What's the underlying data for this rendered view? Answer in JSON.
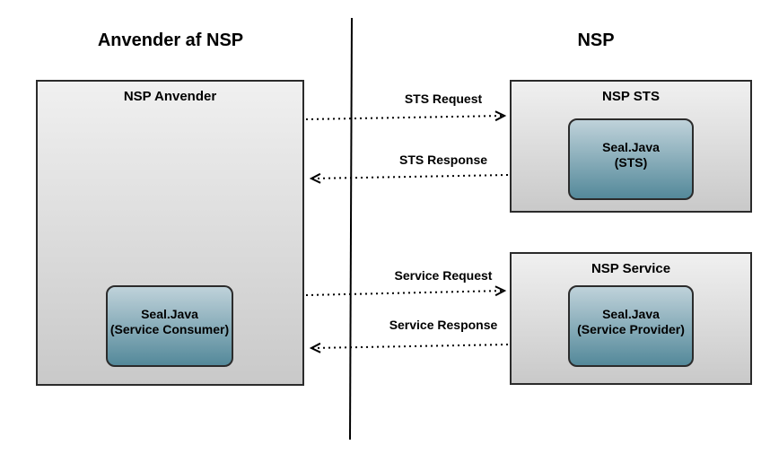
{
  "diagram": {
    "left": {
      "title": "Anvender af NSP",
      "box": {
        "label": "NSP Anvender",
        "inner": {
          "line1": "Seal.Java",
          "line2": "(Service Consumer)"
        }
      }
    },
    "right": {
      "title": "NSP",
      "sts_box": {
        "label": "NSP STS",
        "inner": {
          "line1": "Seal.Java",
          "line2": "(STS)"
        }
      },
      "service_box": {
        "label": "NSP Service",
        "inner": {
          "line1": "Seal.Java",
          "line2": "(Service Provider)"
        }
      }
    },
    "arrows": [
      {
        "label": "STS Request",
        "direction": "left-to-right"
      },
      {
        "label": "STS Response",
        "direction": "right-to-left"
      },
      {
        "label": "Service Request",
        "direction": "left-to-right"
      },
      {
        "label": "Service Response",
        "direction": "right-to-left"
      }
    ]
  },
  "colors": {
    "border": "#2b2b2b",
    "box_top": "#f0f0f0",
    "box_bottom": "#c9c9c9",
    "teal_top": "#bfd2da",
    "teal_bottom": "#54899a",
    "line": "#000000"
  }
}
